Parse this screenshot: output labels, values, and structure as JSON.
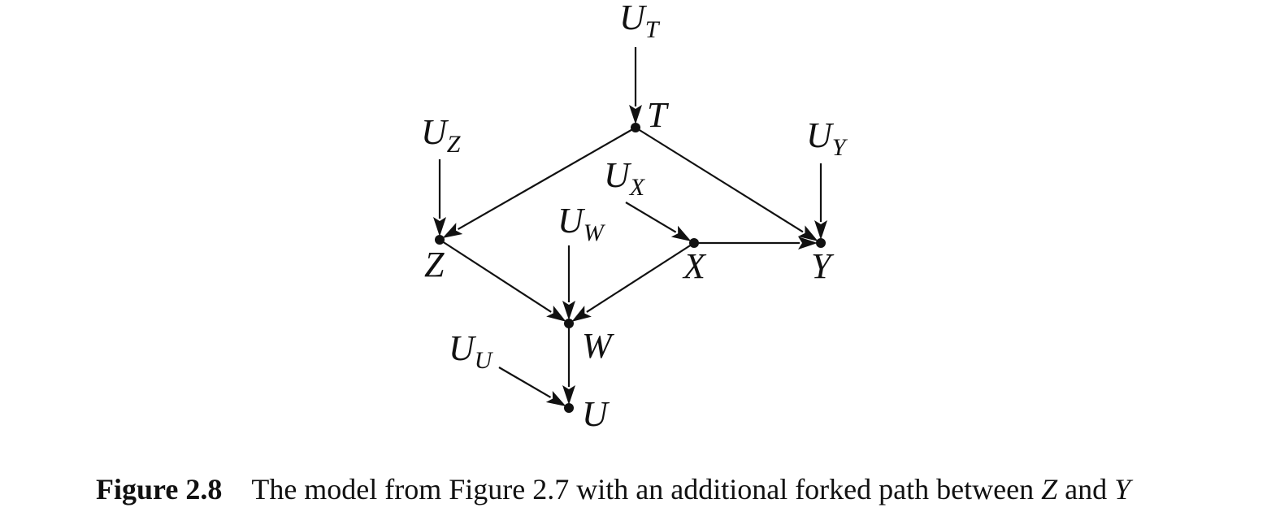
{
  "nodes": {
    "T": {
      "label": "T"
    },
    "Z": {
      "label": "Z"
    },
    "X": {
      "label": "X"
    },
    "Y": {
      "label": "Y"
    },
    "W": {
      "label": "W"
    },
    "U": {
      "label": "U"
    }
  },
  "exogenous": {
    "UT": {
      "base": "U",
      "sub": "T"
    },
    "UZ": {
      "base": "U",
      "sub": "Z"
    },
    "UY": {
      "base": "U",
      "sub": "Y"
    },
    "UX": {
      "base": "U",
      "sub": "X"
    },
    "UW": {
      "base": "U",
      "sub": "W"
    },
    "UU": {
      "base": "U",
      "sub": "U"
    }
  },
  "edges": [
    {
      "from": "UT",
      "to": "T"
    },
    {
      "from": "UZ",
      "to": "Z"
    },
    {
      "from": "UY",
      "to": "Y"
    },
    {
      "from": "UX",
      "to": "X"
    },
    {
      "from": "UW",
      "to": "W"
    },
    {
      "from": "UU",
      "to": "U"
    },
    {
      "from": "T",
      "to": "Z"
    },
    {
      "from": "T",
      "to": "Y"
    },
    {
      "from": "X",
      "to": "Y"
    },
    {
      "from": "Z",
      "to": "W"
    },
    {
      "from": "X",
      "to": "W"
    },
    {
      "from": "W",
      "to": "U"
    }
  ],
  "caption": {
    "number": "Figure 2.8",
    "text_before": "The model from Figure 2.7 with an additional forked path between ",
    "var1": "Z",
    "text_mid": " and ",
    "var2": "Y"
  }
}
